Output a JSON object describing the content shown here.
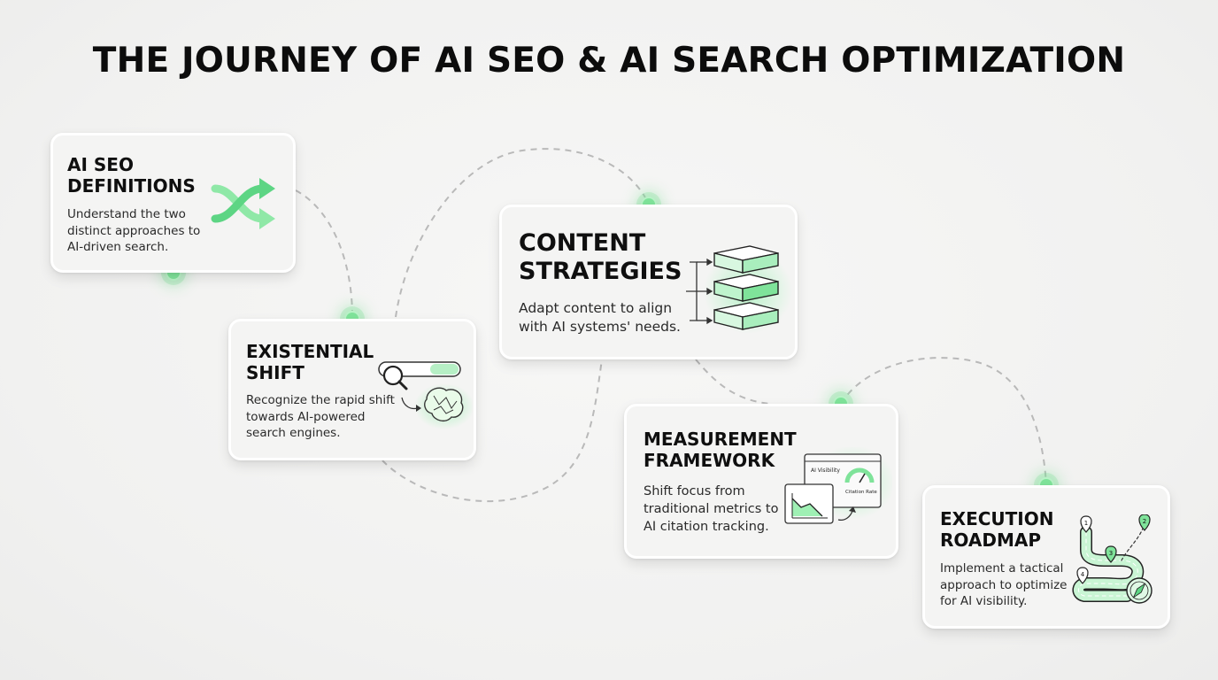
{
  "title": "THE JOURNEY OF AI SEO & AI SEARCH OPTIMIZATION",
  "colors": {
    "accent_green": "#7fe39a",
    "accent_green_dark": "#2f9e57",
    "card_bg": "#f4f4f3",
    "path_dash": "#b9b9b9"
  },
  "steps": [
    {
      "title": "AI SEO\nDEFINITIONS",
      "description": "Understand the two distinct approaches to AI-driven search.",
      "icon": "shuffle-arrows-icon"
    },
    {
      "title": "EXISTENTIAL\nSHIFT",
      "description": "Recognize the rapid shift towards AI-powered search engines.",
      "icon": "search-to-brain-icon"
    },
    {
      "title": "CONTENT\nSTRATEGIES",
      "description": "Adapt content to align with AI systems' needs.",
      "icon": "stacked-layers-icon"
    },
    {
      "title": "MEASUREMENT\nFRAMEWORK",
      "description": "Shift focus from traditional metrics to AI citation tracking.",
      "icon": "dashboard-gauge-icon",
      "dashboard_labels": {
        "panel_title": "AI Visibility",
        "gauge_label": "Citation Rate"
      }
    },
    {
      "title": "EXECUTION\nROADMAP",
      "description": "Implement a tactical approach to optimize for AI visibility.",
      "icon": "roadmap-compass-icon",
      "roadmap_markers": [
        "1",
        "2",
        "3",
        "4"
      ]
    }
  ]
}
